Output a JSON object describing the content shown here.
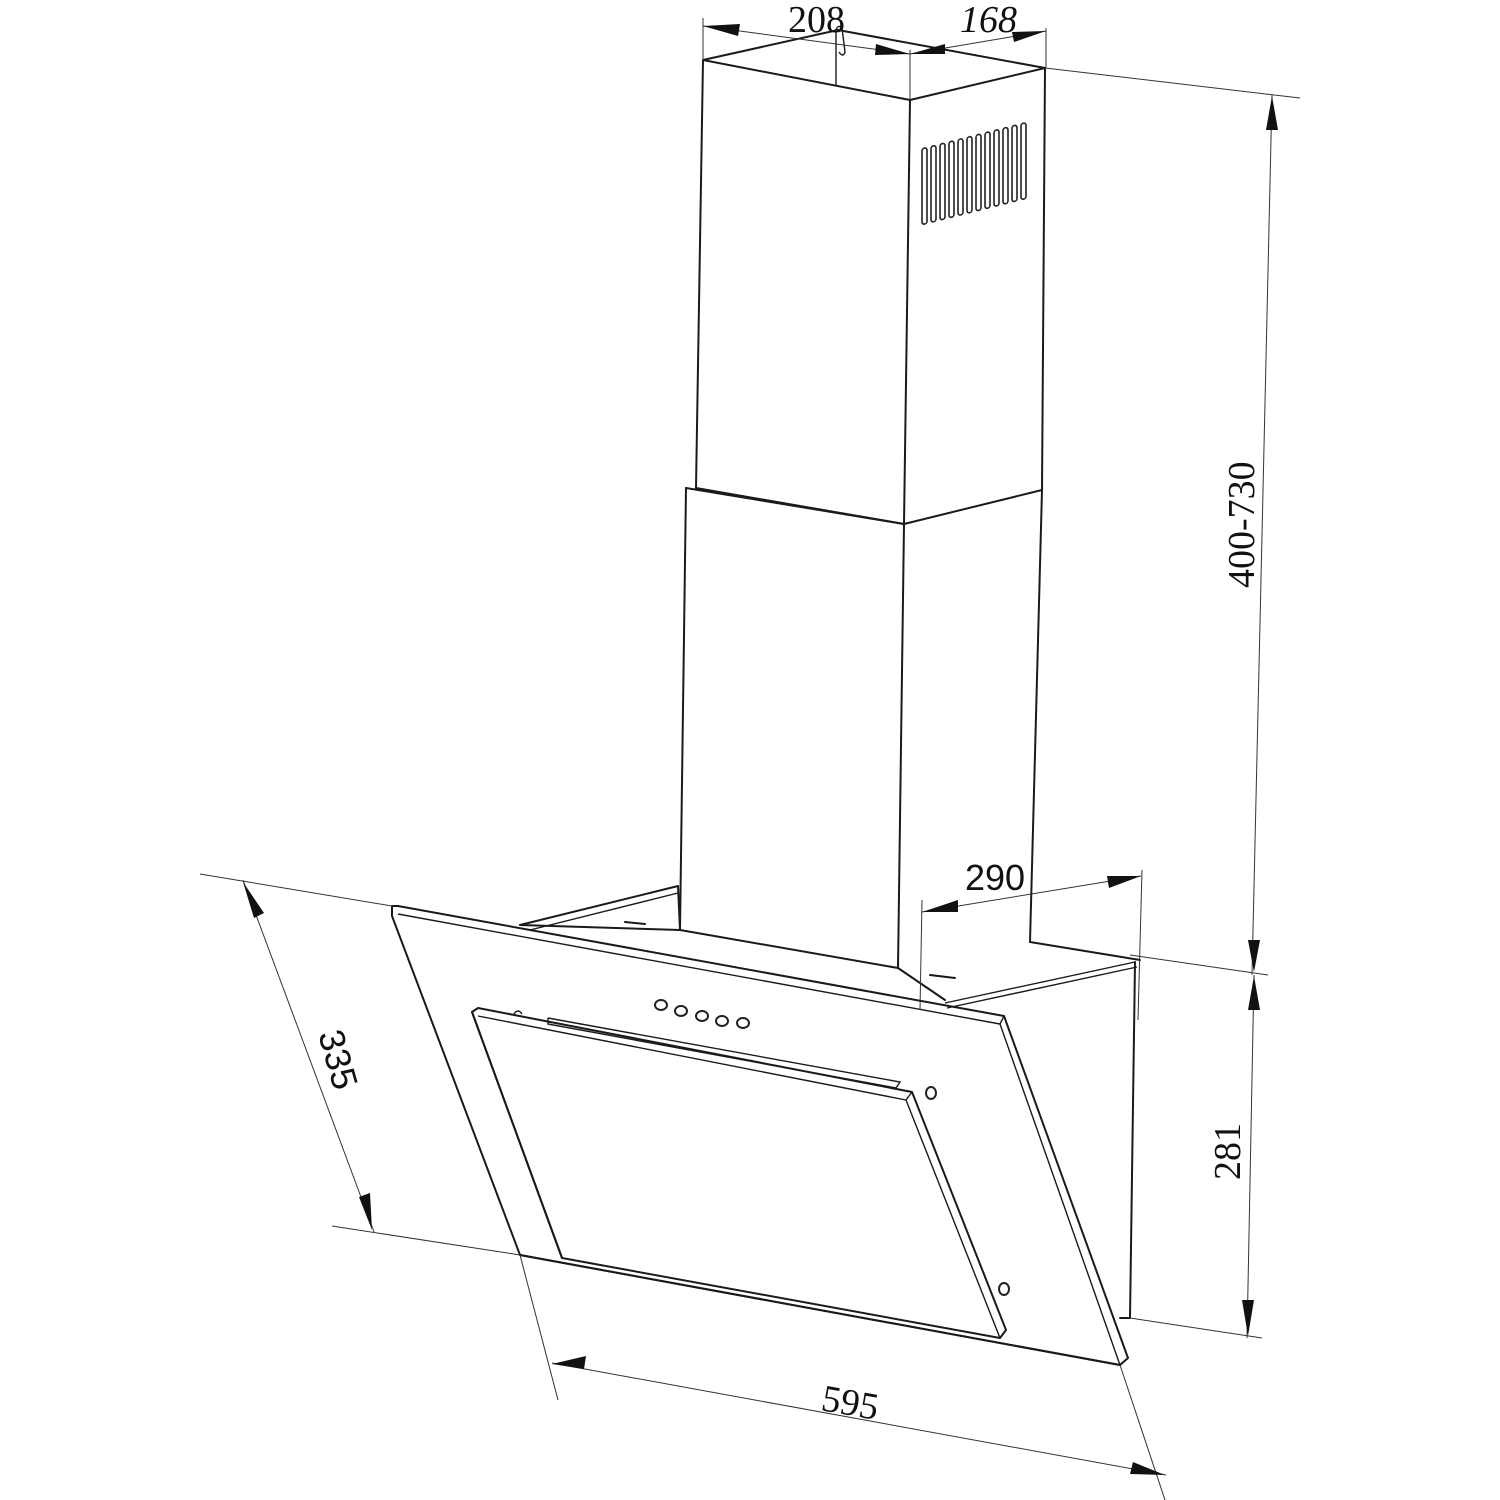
{
  "drawing": {
    "subject": "chimney cooker hood with angled glass front",
    "units": "mm",
    "line_color": "#1a1a1a",
    "background": "#ffffff"
  },
  "dimensions": {
    "chimney_width": {
      "label": "208"
    },
    "chimney_depth": {
      "label": "168"
    },
    "chimney_height": {
      "label": "400-730"
    },
    "canopy_depth": {
      "label": "290"
    },
    "canopy_height": {
      "label": "281"
    },
    "glass_height": {
      "label": "335"
    },
    "overall_width": {
      "label": "595"
    }
  },
  "features": {
    "vent_slots": 12,
    "control_buttons": 5,
    "glass_fixing_screws": 2
  }
}
